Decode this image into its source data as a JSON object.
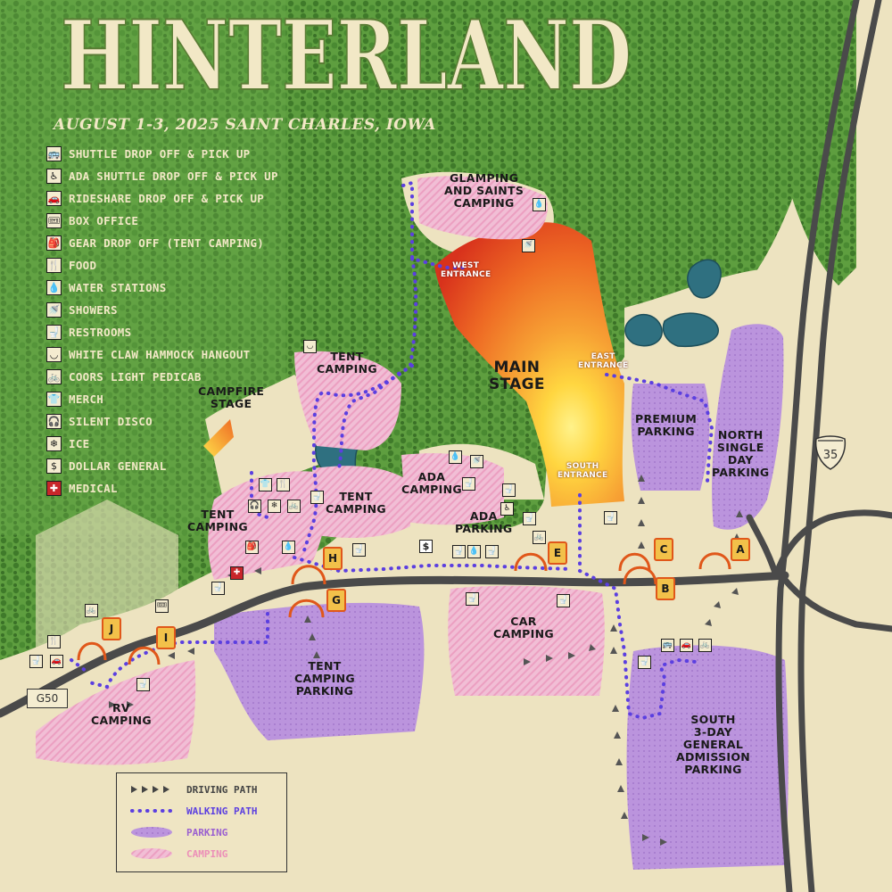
{
  "title": "HINTERLAND",
  "subtitle": "AUGUST 1-3, 2025 SAINT CHARLES, IOWA",
  "legend": [
    {
      "icon": "shuttle-icon",
      "glyph": "🚌",
      "label": "SHUTTLE DROP OFF & PICK UP"
    },
    {
      "icon": "ada-shuttle-icon",
      "glyph": "♿",
      "label": "ADA SHUTTLE DROP OFF & PICK UP"
    },
    {
      "icon": "rideshare-icon",
      "glyph": "🚗",
      "label": "RIDESHARE DROP OFF & PICK UP"
    },
    {
      "icon": "box-office-icon",
      "glyph": "🎟",
      "label": "BOX OFFICE"
    },
    {
      "icon": "gear-drop-icon",
      "glyph": "🎒",
      "label": "GEAR DROP OFF (TENT CAMPING)"
    },
    {
      "icon": "food-icon",
      "glyph": "🍴",
      "label": "FOOD"
    },
    {
      "icon": "water-station-icon",
      "glyph": "💧",
      "label": "WATER STATIONS"
    },
    {
      "icon": "shower-icon",
      "glyph": "🚿",
      "label": "SHOWERS"
    },
    {
      "icon": "restroom-icon",
      "glyph": "🚽",
      "label": "RESTROOMS"
    },
    {
      "icon": "hammock-icon",
      "glyph": "◡",
      "label": "WHITE CLAW HAMMOCK HANGOUT"
    },
    {
      "icon": "pedicab-icon",
      "glyph": "🚲",
      "label": "COORS LIGHT PEDICAB"
    },
    {
      "icon": "merch-icon",
      "glyph": "👕",
      "label": "MERCH"
    },
    {
      "icon": "headphones-icon",
      "glyph": "🎧",
      "label": "SILENT DISCO"
    },
    {
      "icon": "ice-icon",
      "glyph": "❄",
      "label": "ICE"
    },
    {
      "icon": "dollar-icon",
      "glyph": "$",
      "label": "DOLLAR GENERAL"
    },
    {
      "icon": "medical-icon",
      "glyph": "✚",
      "label": "MEDICAL"
    }
  ],
  "areas": {
    "glamping": "GLAMPING\nAND SAINTS\nCAMPING",
    "west_entrance": "WEST\nENTRANCE",
    "tent_camping_north": "TENT\nCAMPING",
    "campfire_stage": "CAMPFIRE\nSTAGE",
    "main_stage": "MAIN\nSTAGE",
    "east_entrance": "EAST\nENTRANCE",
    "south_entrance": "SOUTH\nENTRANCE",
    "premium_parking": "PREMIUM\nPARKING",
    "north_single_day": "NORTH\nSINGLE\nDAY\nPARKING",
    "ada_camping": "ADA\nCAMPING",
    "tent_camping_mid": "TENT\nCAMPING",
    "tent_camping_west": "TENT\nCAMPING",
    "ada_parking": "ADA\nPARKING",
    "car_camping": "CAR\nCAMPING",
    "tent_camping_parking": "TENT\nCAMPING\nPARKING",
    "rv_camping": "RV\nCAMPING",
    "south_parking": "SOUTH\n3-DAY\nGENERAL\nADMISSION\nPARKING"
  },
  "gates": [
    "A",
    "B",
    "C",
    "E",
    "G",
    "H",
    "I",
    "J"
  ],
  "roads": {
    "county": "G50",
    "interstate": "35"
  },
  "key": [
    {
      "name": "driving-path",
      "label": "DRIVING PATH",
      "color": "#444444"
    },
    {
      "name": "walking-path",
      "label": "WALKING PATH",
      "color": "#5b3fe0"
    },
    {
      "name": "parking",
      "label": "PARKING",
      "color": "#b48ad8"
    },
    {
      "name": "camping",
      "label": "CAMPING",
      "color": "#f2a6c8"
    }
  ],
  "colors": {
    "forest": "#5e9e3f",
    "tree": "#3f7a2a",
    "background": "#ede3c0",
    "road": "#4a4a4a",
    "parking": "#b992dc",
    "camping": "#f0b6cf",
    "walk": "#5b3fe0",
    "drive": "#555555",
    "water": "#2f7080",
    "stage_hot": "#ffe84a",
    "stage_mid": "#f28a2a",
    "stage_edge": "#d8321c"
  }
}
